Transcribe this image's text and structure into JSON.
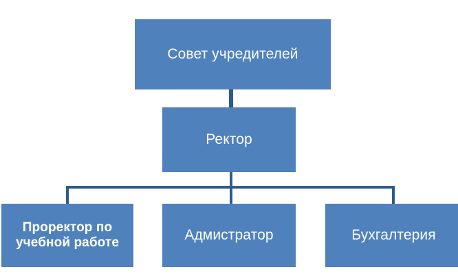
{
  "diagram": {
    "type": "organizational-chart",
    "title": "",
    "colors": {
      "node_fill": "#4f81bd",
      "node_text": "#ffffff",
      "connector": "#2e5c8a",
      "background": "#ffffff"
    },
    "nodes": [
      {
        "id": "council",
        "label": "Совет учредителей",
        "level": 0,
        "bold": false
      },
      {
        "id": "rector",
        "label": "Ректор",
        "level": 1,
        "bold": false
      },
      {
        "id": "vice-rector",
        "label": "Проректор по\nучебной работе",
        "level": 2,
        "bold": true
      },
      {
        "id": "administrator",
        "label": "Адмистратор",
        "level": 2,
        "bold": false
      },
      {
        "id": "accounting",
        "label": "Бухгалтерия",
        "level": 2,
        "bold": false
      }
    ],
    "edges": [
      {
        "from": "council",
        "to": "rector"
      },
      {
        "from": "rector",
        "to": "vice-rector"
      },
      {
        "from": "rector",
        "to": "administrator"
      },
      {
        "from": "rector",
        "to": "accounting"
      }
    ]
  }
}
